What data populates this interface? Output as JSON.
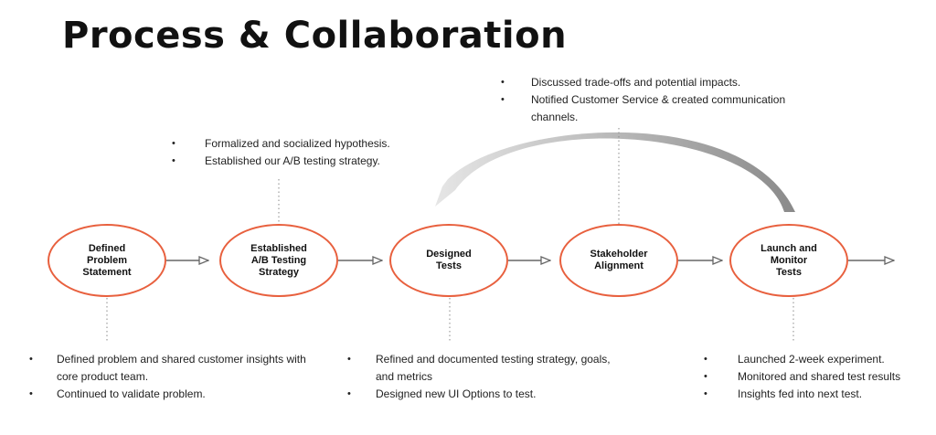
{
  "title": "Process & Collaboration",
  "steps": [
    {
      "lines": [
        "Defined",
        "Problem",
        "Statement"
      ]
    },
    {
      "lines": [
        "Established",
        "A/B Testing",
        "Strategy"
      ]
    },
    {
      "lines": [
        "Designed",
        "Tests"
      ]
    },
    {
      "lines": [
        "Stakeholder",
        "Alignment"
      ]
    },
    {
      "lines": [
        "Launch and",
        "Monitor",
        "Tests"
      ]
    }
  ],
  "notes": [
    [
      "Defined problem and shared customer insights with core product team.",
      "Continued to validate problem."
    ],
    [
      "Formalized and socialized hypothesis.",
      "Established our A/B testing strategy."
    ],
    [
      "Refined and documented testing strategy, goals, and metrics",
      "Designed new UI Options to test."
    ],
    [
      "Discussed trade-offs and potential impacts.",
      "Notified Customer Service & created communication channels."
    ],
    [
      "Launched 2-week experiment.",
      "Monitored and shared test results",
      "Insights fed into next test."
    ]
  ],
  "colors": {
    "node_border": "#e8603e",
    "connector": "#666666",
    "loop_arrow": "#bdbdbd"
  }
}
